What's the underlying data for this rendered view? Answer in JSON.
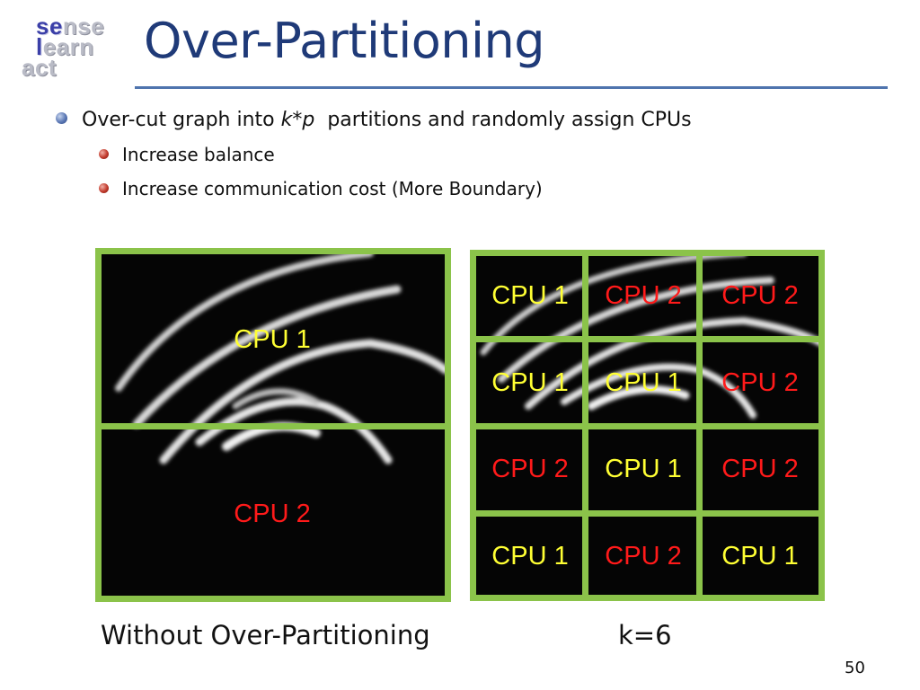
{
  "logo": {
    "line1_a": "se",
    "line1_b": "nse",
    "line2_a": "l",
    "line2_b": "earn",
    "line3_a": "act"
  },
  "title": "Over-Partitioning",
  "bullets": {
    "main_pre": "Over-cut graph into ",
    "main_em": "k*p",
    "main_post": "  partitions and randomly assign CPUs",
    "sub1": "Increase balance",
    "sub2": "Increase communication cost (More Boundary)"
  },
  "left_panel": {
    "top_label": "CPU 1",
    "bottom_label": "CPU 2"
  },
  "grid": {
    "rows": [
      [
        {
          "label": "CPU 1",
          "color": "#ffff33"
        },
        {
          "label": "CPU 2",
          "color": "#ff1a1a"
        },
        {
          "label": "CPU 2",
          "color": "#ff1a1a"
        }
      ],
      [
        {
          "label": "CPU 1",
          "color": "#ffff33"
        },
        {
          "label": "CPU 1",
          "color": "#ffff33"
        },
        {
          "label": "CPU 2",
          "color": "#ff1a1a"
        }
      ],
      [
        {
          "label": "CPU 2",
          "color": "#ff1a1a"
        },
        {
          "label": "CPU 1",
          "color": "#ffff33"
        },
        {
          "label": "CPU 2",
          "color": "#ff1a1a"
        }
      ],
      [
        {
          "label": "CPU 1",
          "color": "#ffff33"
        },
        {
          "label": "CPU 2",
          "color": "#ff1a1a"
        },
        {
          "label": "CPU 1",
          "color": "#ffff33"
        }
      ]
    ]
  },
  "captions": {
    "left": "Without Over-Partitioning",
    "right": "k=6"
  },
  "page_number": "50",
  "colors": {
    "title": "#1f3a78",
    "rule": "#4f74ae",
    "partition_border": "#8bc34a",
    "cpu1": "#ffff33",
    "cpu2": "#ff1a1a"
  }
}
